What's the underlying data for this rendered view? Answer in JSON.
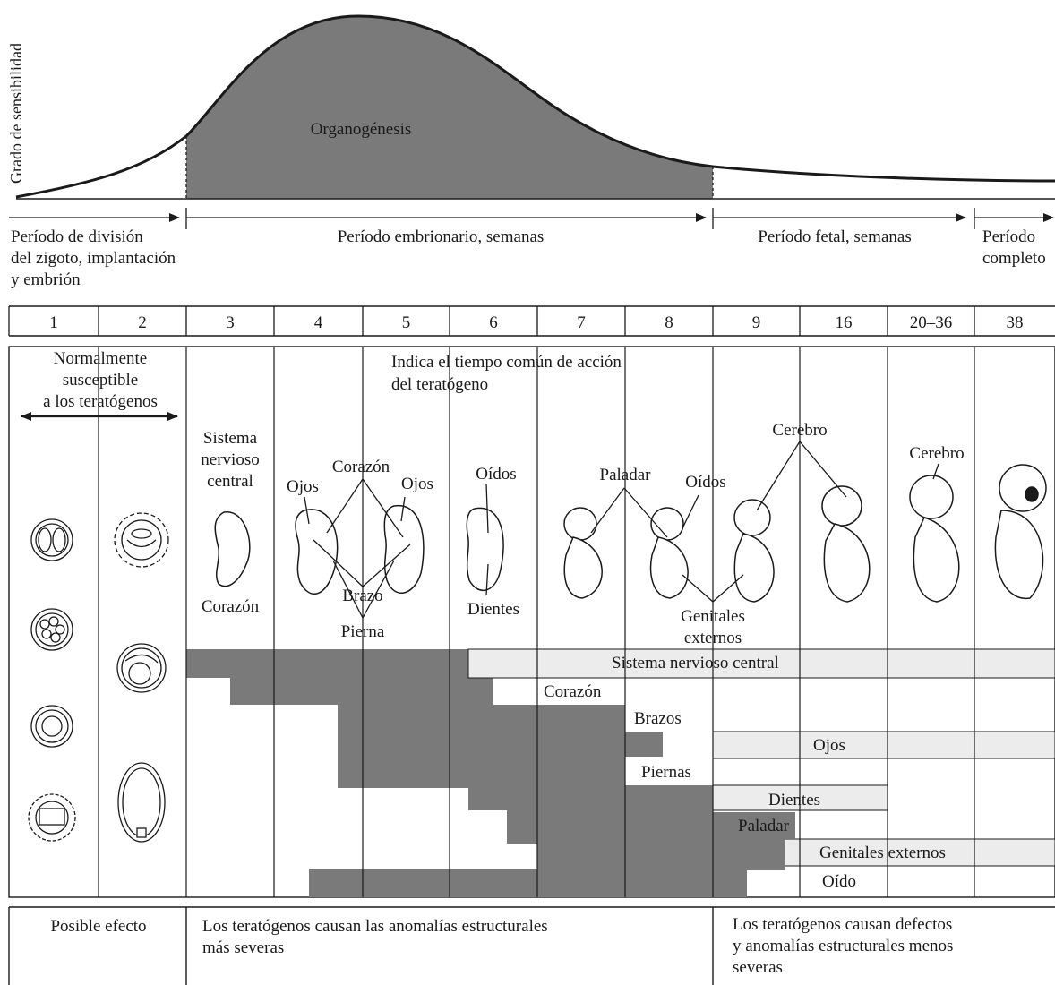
{
  "curve": {
    "ylabel": "Grado de sensibilidad",
    "peak_label": "Organogénesis"
  },
  "periods": [
    {
      "key": "division",
      "lines": [
        "Período de división",
        "del zigoto, implantación",
        "y embrión"
      ]
    },
    {
      "key": "embrionario",
      "lines": [
        "Período embrionario, semanas"
      ]
    },
    {
      "key": "fetal",
      "lines": [
        "Período fetal, semanas"
      ]
    },
    {
      "key": "completo",
      "lines": [
        "Período",
        "completo"
      ]
    }
  ],
  "weeks": [
    "1",
    "2",
    "3",
    "4",
    "5",
    "6",
    "7",
    "8",
    "9",
    "16",
    "20–36",
    "38"
  ],
  "annotations": {
    "normal": [
      "Normalmente",
      "susceptible",
      "a los teratógenos"
    ],
    "indica": [
      "Indica el tiempo común de acción",
      "del teratógeno"
    ]
  },
  "organ_labels": {
    "snc": [
      "Sistema",
      "nervioso",
      "central"
    ],
    "corazon_w3": "Corazón",
    "corazon_w45": "Corazón",
    "ojos_a": "Ojos",
    "ojos_b": "Ojos",
    "brazo": "Brazo",
    "pierna": "Pierna",
    "oidos_w6": "Oídos",
    "dientes_w6": "Dientes",
    "paladar": "Paladar",
    "oidos_w8": "Oídos",
    "genitales": [
      "Genitales",
      "externos"
    ],
    "cerebro_w9": "Cerebro",
    "cerebro_w20": "Cerebro"
  },
  "bars": [
    {
      "label": "Sistema nervioso central"
    },
    {
      "label": "Corazón"
    },
    {
      "label": "Brazos"
    },
    {
      "label": "Ojos"
    },
    {
      "label": "Piernas"
    },
    {
      "label": "Dientes"
    },
    {
      "label": "Paladar"
    },
    {
      "label": "Genitales externos"
    },
    {
      "label": "Oído"
    }
  ],
  "effects": {
    "title": "Posible efecto",
    "severe": [
      "Los teratógenos causan las anomalías estructurales",
      "más severas"
    ],
    "less": [
      "Los teratógenos causan defectos",
      "y anomalías estructurales menos",
      "severas"
    ]
  },
  "colors": {
    "shade": "#7a7a7a",
    "light": "#ececec",
    "ink": "#1a1a1a"
  }
}
